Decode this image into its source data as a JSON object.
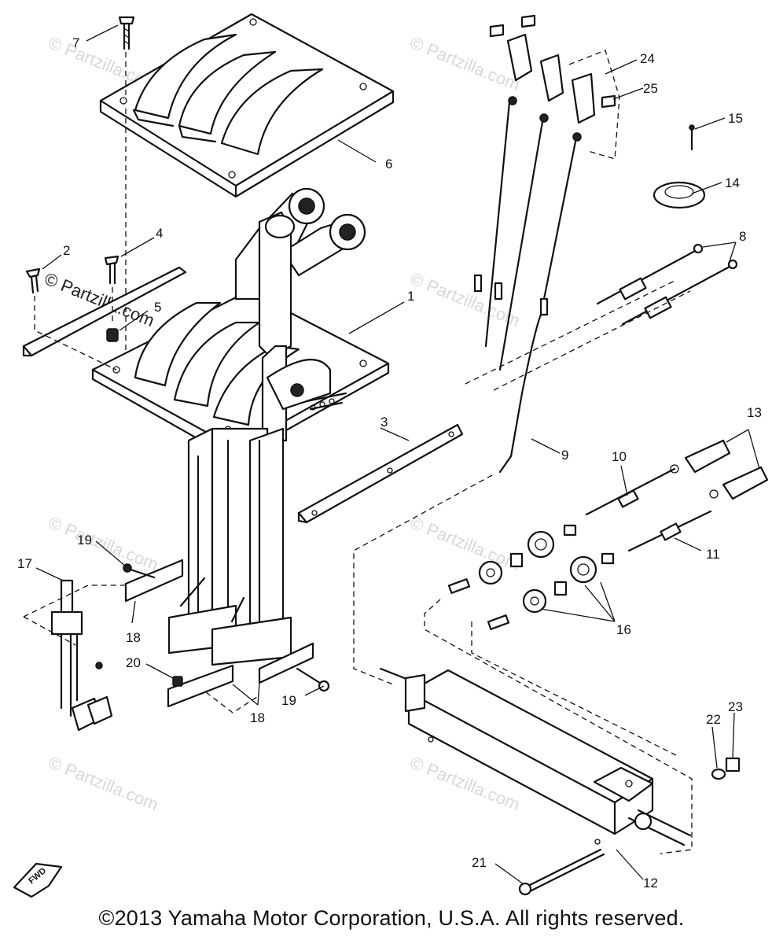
{
  "watermark": {
    "text": "© Partzilla.com"
  },
  "fwd_marker": {
    "text": "FWD"
  },
  "callouts": [
    {
      "id": "c7",
      "label": "7"
    },
    {
      "id": "c6",
      "label": "6"
    },
    {
      "id": "c2",
      "label": "2"
    },
    {
      "id": "c4",
      "label": "4"
    },
    {
      "id": "c5",
      "label": "5"
    },
    {
      "id": "c1",
      "label": "1"
    },
    {
      "id": "c3",
      "label": "3"
    },
    {
      "id": "c24",
      "label": "24"
    },
    {
      "id": "c25",
      "label": "25"
    },
    {
      "id": "c15",
      "label": "15"
    },
    {
      "id": "c14",
      "label": "14"
    },
    {
      "id": "c8",
      "label": "8"
    },
    {
      "id": "c9",
      "label": "9"
    },
    {
      "id": "c10",
      "label": "10"
    },
    {
      "id": "c13",
      "label": "13"
    },
    {
      "id": "c11",
      "label": "11"
    },
    {
      "id": "c16",
      "label": "16"
    },
    {
      "id": "c17",
      "label": "17"
    },
    {
      "id": "c19a",
      "label": "19"
    },
    {
      "id": "c18a",
      "label": "18"
    },
    {
      "id": "c20",
      "label": "20"
    },
    {
      "id": "c19b",
      "label": "19"
    },
    {
      "id": "c18b",
      "label": "18"
    },
    {
      "id": "c22",
      "label": "22"
    },
    {
      "id": "c23",
      "label": "23"
    },
    {
      "id": "c21",
      "label": "21"
    },
    {
      "id": "c12",
      "label": "12"
    }
  ],
  "copyright": "©2013 Yamaha Motor Corporation, U.S.A. All rights reserved."
}
